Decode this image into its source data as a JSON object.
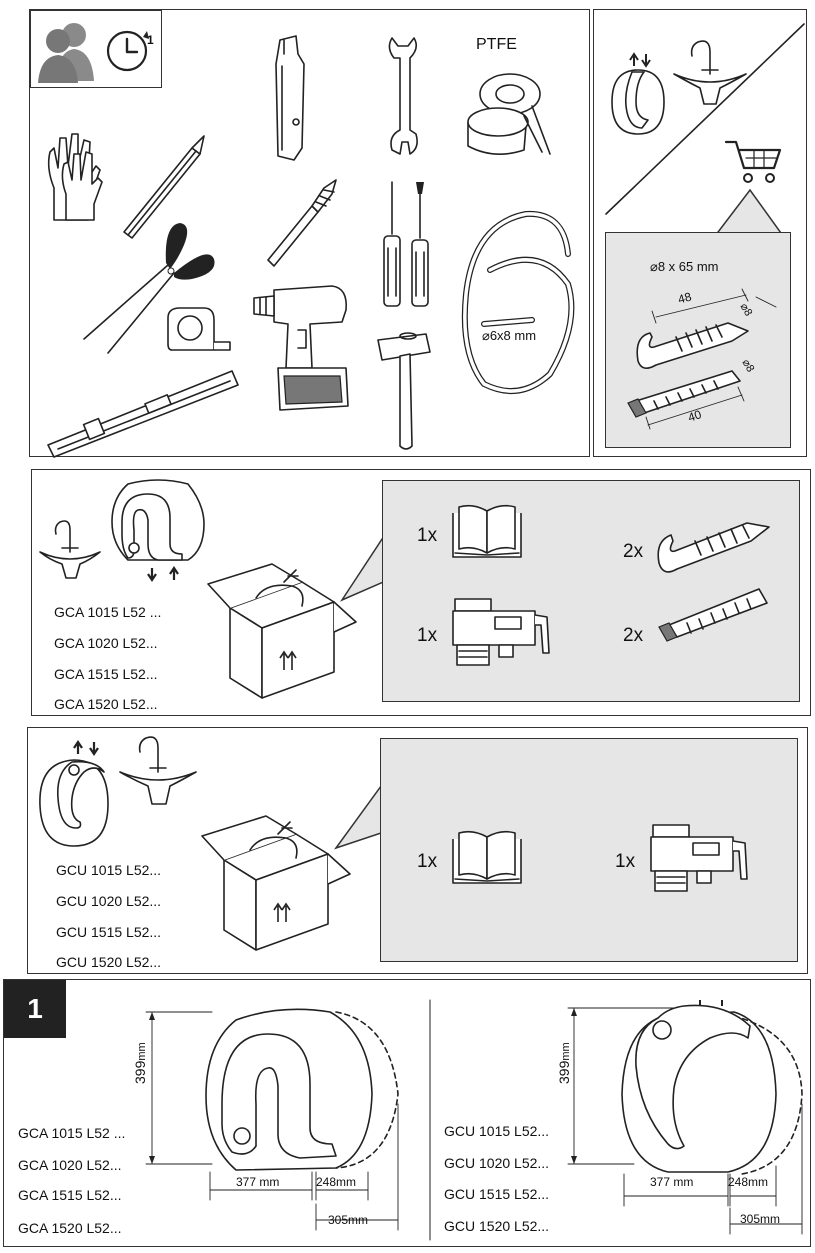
{
  "tools_panel": {
    "ptfe_label": "PTFE",
    "hose_size": "⌀6x8 mm",
    "clock_badge": "1"
  },
  "fixings_panel": {
    "screw_size": "⌀8 x 65 mm",
    "screw_length": "48",
    "screw_diameter": "⌀8",
    "dowel_length": "40",
    "dowel_diameter": "⌀8"
  },
  "gca_pack": {
    "models": [
      "GCA 1015 L52 ...",
      "GCA 1020 L52...",
      "GCA 1515 L52...",
      "GCA 1520 L52..."
    ],
    "contents": [
      {
        "qty": "1x",
        "item": "manual-icon"
      },
      {
        "qty": "2x",
        "item": "hook-screw-icon"
      },
      {
        "qty": "1x",
        "item": "safety-valve-icon"
      },
      {
        "qty": "2x",
        "item": "wall-dowel-icon"
      }
    ]
  },
  "gcu_pack": {
    "models": [
      "GCU 1015 L52...",
      "GCU 1020 L52...",
      "GCU 1515 L52...",
      "GCU 1520 L52..."
    ],
    "contents": [
      {
        "qty": "1x",
        "item": "manual-icon"
      },
      {
        "qty": "1x",
        "item": "safety-valve-icon"
      }
    ]
  },
  "dimensions": {
    "step": "1",
    "left": {
      "models": [
        "GCA 1015 L52 ...",
        "GCA 1020 L52...",
        "GCA 1515 L52...",
        "GCA 1520 L52..."
      ],
      "height": "399",
      "height_unit": "mm",
      "width": "377 mm",
      "depth": "248mm",
      "depth_total": "305mm"
    },
    "right": {
      "models": [
        "GCU 1015 L52...",
        "GCU 1020 L52...",
        "GCU 1515 L52...",
        "GCU 1520 L52..."
      ],
      "height": "399",
      "height_unit": "mm",
      "width": "377 mm",
      "depth": "248mm",
      "depth_total": "305mm"
    }
  }
}
